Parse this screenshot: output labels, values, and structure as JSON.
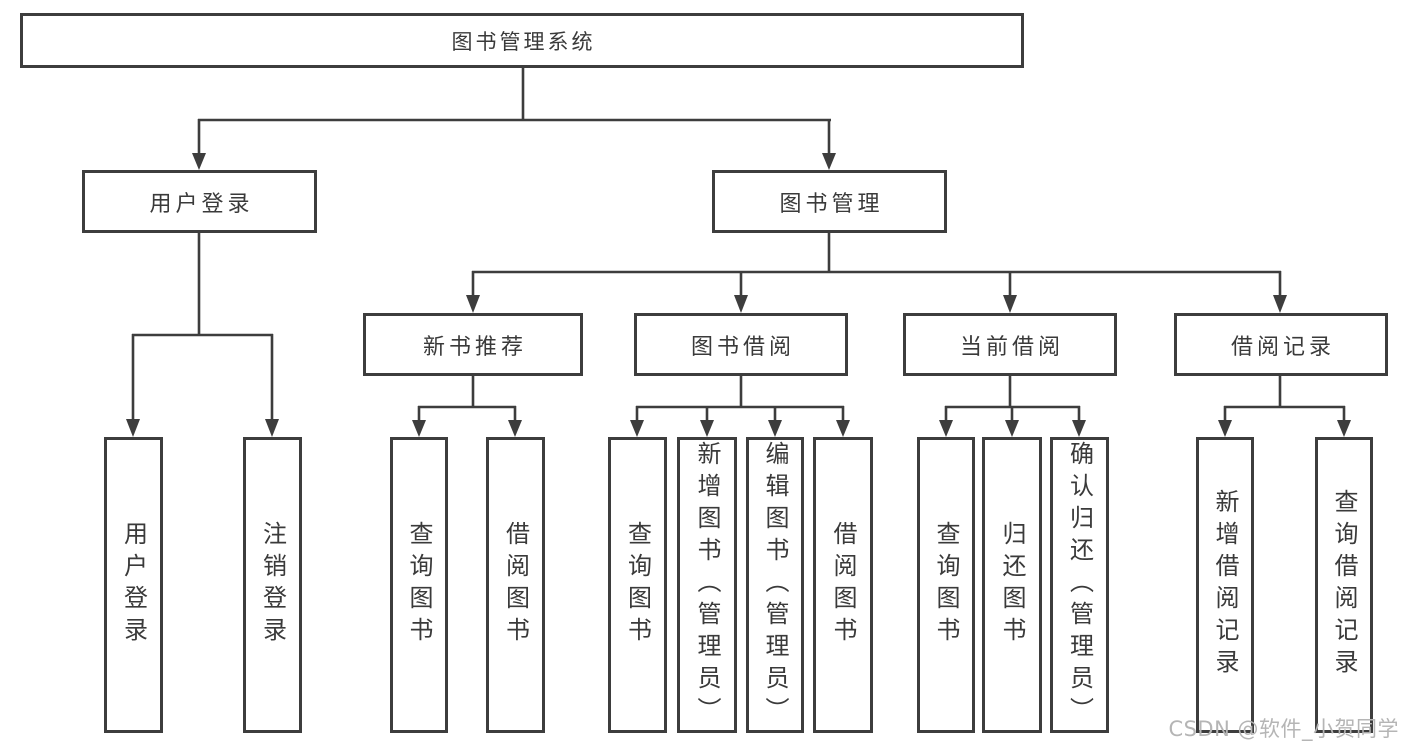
{
  "nodes": {
    "root": "图书管理系统",
    "branches": [
      {
        "label": "用户登录",
        "children": [
          "用户登录",
          "注销登录"
        ]
      },
      {
        "label": "图书管理",
        "children": [
          {
            "label": "新书推荐",
            "children": [
              "查询图书",
              "借阅图书"
            ]
          },
          {
            "label": "图书借阅",
            "children": [
              "查询图书",
              "新增图书（管理员）",
              "编辑图书（管理员）",
              "借阅图书"
            ]
          },
          {
            "label": "当前借阅",
            "children": [
              "查询图书",
              "归还图书",
              "确认归还（管理员）"
            ]
          },
          {
            "label": "借阅记录",
            "children": [
              "新增借阅记录",
              "查询借阅记录"
            ]
          }
        ]
      }
    ]
  },
  "watermark": {
    "text": "CSDN @软件_小贺同学"
  },
  "colors": {
    "line": "#3d3d3d",
    "text": "#3a3a3a",
    "watermark": "#b5b5b5",
    "background": "#ffffff"
  }
}
